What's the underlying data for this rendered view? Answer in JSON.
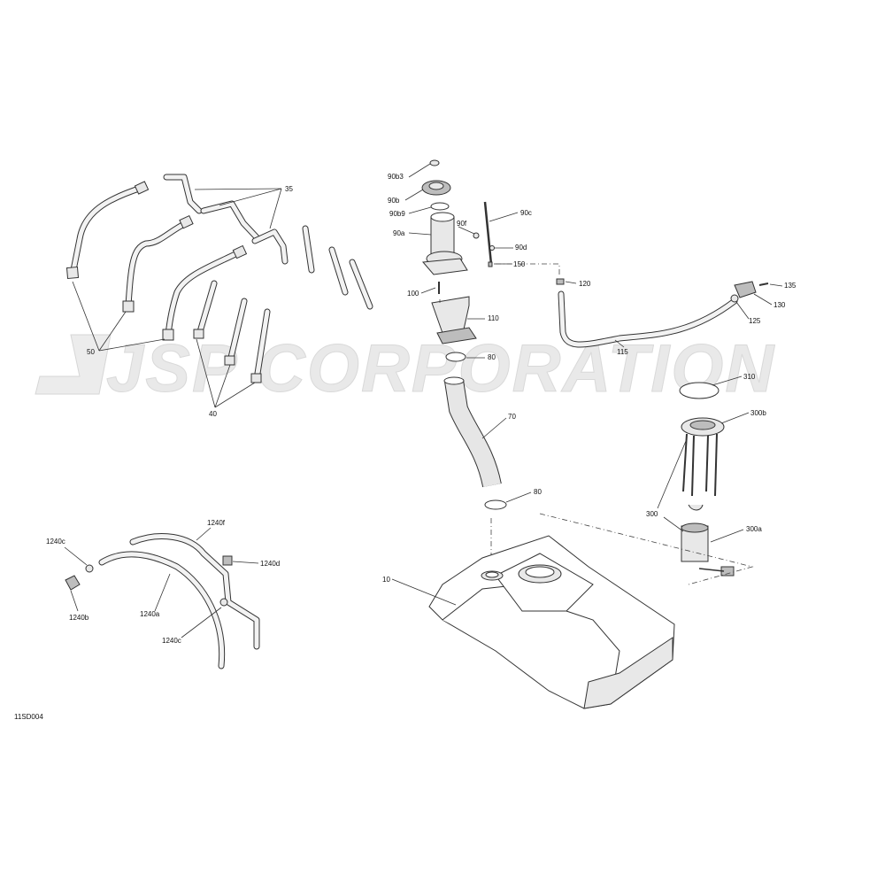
{
  "watermark": "JSP CORPORATION",
  "drawing_id": "11SD004",
  "callouts": {
    "c35": "35",
    "c50": "50",
    "c40": "40",
    "c90b3": "90b3",
    "c90b": "90b",
    "c90b9": "90b9",
    "c90a": "90a",
    "c90f": "90f",
    "c90c": "90c",
    "c90d": "90d",
    "c150": "150",
    "c100": "100",
    "c120": "120",
    "c135": "135",
    "c130": "130",
    "c125": "125",
    "c110": "110",
    "c80a": "80",
    "c115": "115",
    "c310": "310",
    "c300b": "300b",
    "c70": "70",
    "c80b": "80",
    "c300": "300",
    "c300a": "300a",
    "c10": "10",
    "c1240f": "1240f",
    "c1240c_top": "1240c",
    "c1240d": "1240d",
    "c1240b": "1240b",
    "c1240a": "1240a",
    "c1240c_bot": "1240c"
  }
}
